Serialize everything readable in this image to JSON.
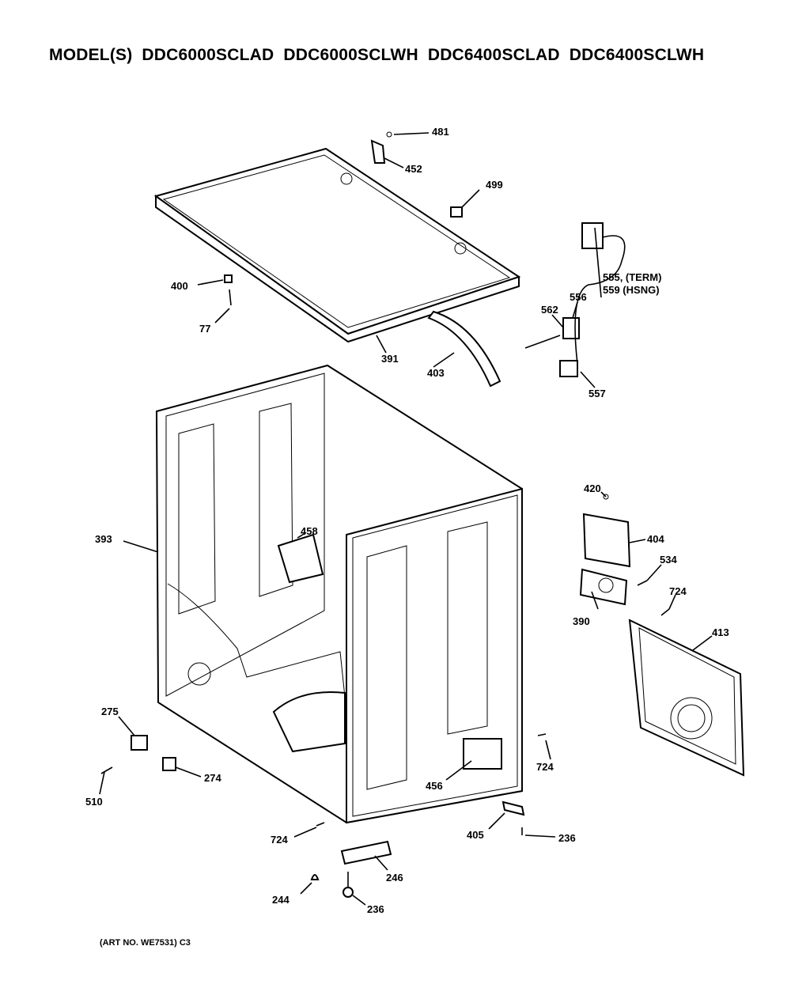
{
  "title": {
    "prefix": "MODEL(S)",
    "models": [
      "DDC6000SCLAD",
      "DDC6000SCLWH",
      "DDC6400SCLAD",
      "DDC6400SCLWH"
    ]
  },
  "callouts": {
    "c481": "481",
    "c452": "452",
    "c499": "499",
    "c400": "400",
    "c77": "77",
    "c391": "391",
    "c403": "403",
    "c555": "555, (TERM)",
    "c559": "559  (HSNG)",
    "c562": "562",
    "c556": "556",
    "c557": "557",
    "c420": "420",
    "c404": "404",
    "c534": "534",
    "c724a": "724",
    "c390": "390",
    "c413": "413",
    "c393": "393",
    "c458": "458",
    "c275": "275",
    "c274": "274",
    "c510": "510",
    "c456": "456",
    "c724b": "724",
    "c405": "405",
    "c236a": "236",
    "c724c": "724",
    "c246": "246",
    "c244": "244",
    "c236b": "236"
  },
  "art_number": "(ART NO. WE7531) C3"
}
